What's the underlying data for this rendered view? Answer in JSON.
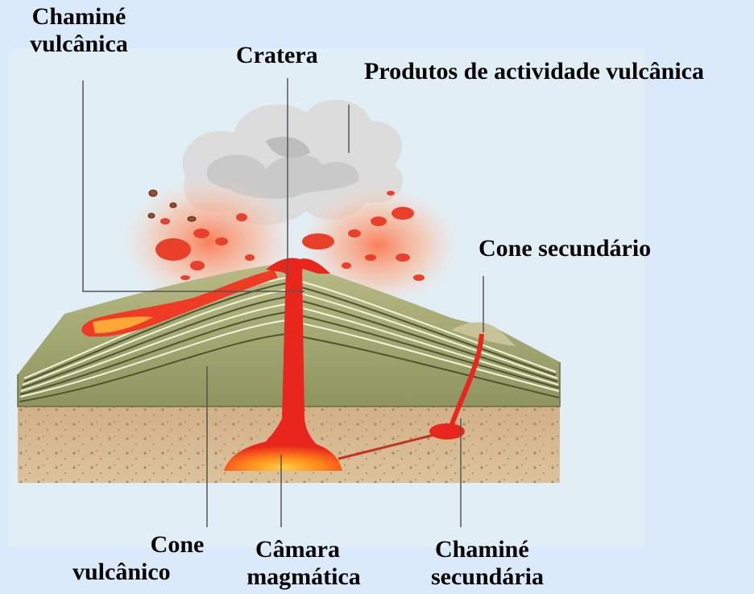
{
  "labels": {
    "chamine_vulcanica": [
      "Chaminé",
      "vulcânica"
    ],
    "cratera": "Cratera",
    "produtos": "Produtos de actividade vulcânica",
    "cone_secundario": "Cone secundário",
    "cone_vulcanico": [
      "Cone",
      "vulcânico"
    ],
    "camara_magmatica": [
      "Câmara",
      "magmática"
    ],
    "chamine_secundaria": [
      "Chaminé",
      "secundária"
    ]
  },
  "colors": {
    "background": "#dbeafb",
    "magma": "#e8261c",
    "magma_glow": "#ff9a3c",
    "rock_layers": "#a7ad72",
    "ground": "#d8b98e",
    "ash": "#c9c9c9"
  }
}
